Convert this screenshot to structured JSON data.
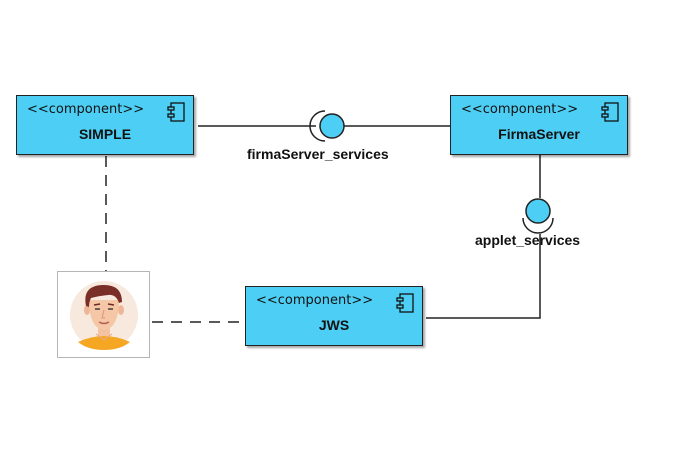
{
  "components": [
    {
      "id": "simple",
      "stereotype": "<<component>>",
      "name": "SIMPLE"
    },
    {
      "id": "firmaserver",
      "stereotype": "<<component>>",
      "name": "FirmaServer"
    },
    {
      "id": "jws",
      "stereotype": "<<component>>",
      "name": "JWS"
    }
  ],
  "interfaces": [
    {
      "id": "firmaserver-services",
      "label": "firmaServer_services"
    },
    {
      "id": "applet-services",
      "label": "applet_services"
    }
  ],
  "colors": {
    "component_fill": "#4dcff5",
    "interface_fill": "#4dcff5",
    "line": "#222222"
  },
  "icons": {
    "component": "uml-component-icon",
    "actor": "user-avatar-icon"
  }
}
